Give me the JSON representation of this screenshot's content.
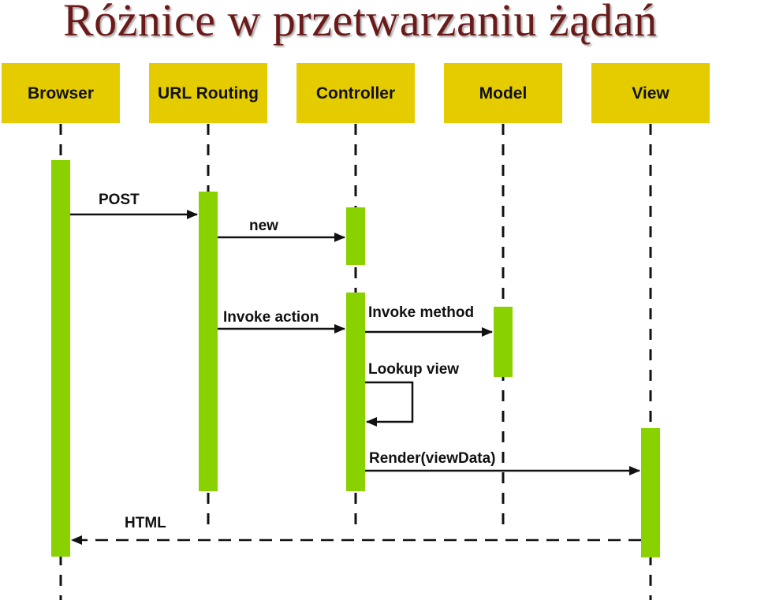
{
  "title": "Różnice w przetwarzaniu żądań",
  "colors": {
    "header_fill": "#e4cc00",
    "activation_fill": "#8ad100",
    "title_text": "#6b1a1a",
    "line": "#111111"
  },
  "participants": [
    {
      "id": "browser",
      "label": "Browser"
    },
    {
      "id": "routing",
      "label": "URL Routing"
    },
    {
      "id": "controller",
      "label": "Controller"
    },
    {
      "id": "model",
      "label": "Model"
    },
    {
      "id": "view",
      "label": "View"
    }
  ],
  "messages": [
    {
      "id": "post",
      "label": "POST",
      "from": "browser",
      "to": "routing",
      "style": "solid"
    },
    {
      "id": "new",
      "label": "new",
      "from": "routing",
      "to": "controller",
      "style": "solid"
    },
    {
      "id": "invoke-action",
      "label": "Invoke action",
      "from": "routing",
      "to": "controller",
      "style": "solid"
    },
    {
      "id": "invoke-method",
      "label": "Invoke method",
      "from": "controller",
      "to": "model",
      "style": "solid"
    },
    {
      "id": "lookup-view",
      "label": "Lookup view",
      "from": "controller",
      "to": "controller",
      "style": "self"
    },
    {
      "id": "render",
      "label": "Render(viewData)",
      "from": "controller",
      "to": "view",
      "style": "solid"
    },
    {
      "id": "html",
      "label": "HTML",
      "from": "view",
      "to": "browser",
      "style": "dashed"
    }
  ]
}
